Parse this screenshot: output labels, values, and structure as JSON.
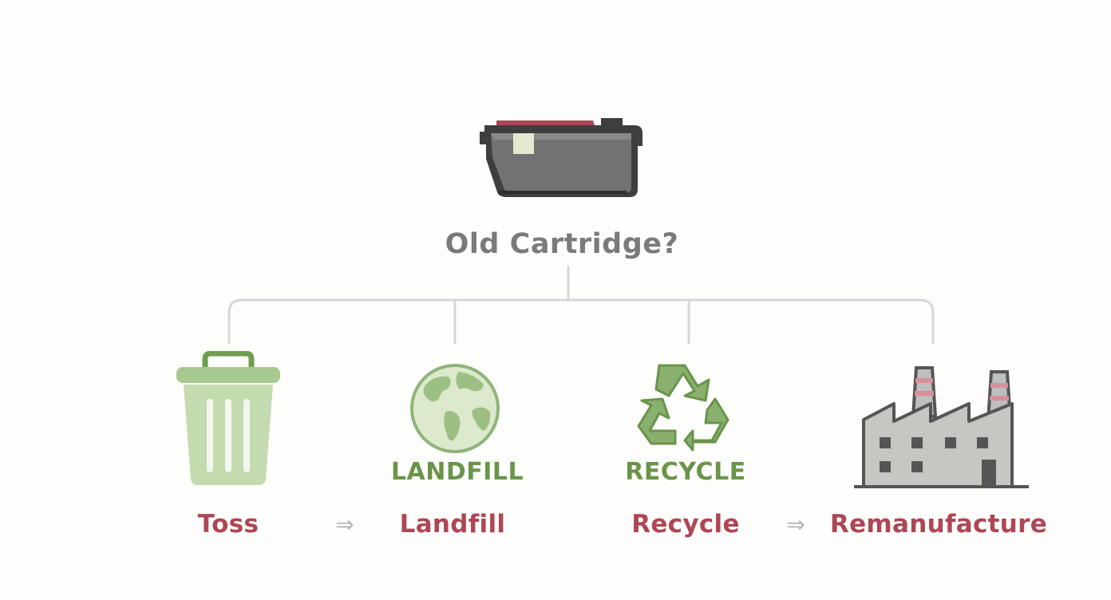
{
  "diagram": {
    "title": "Old Cartridge?",
    "icon_captions": {
      "landfill": "LANDFILL",
      "recycle": "RECYCLE"
    },
    "options": [
      {
        "id": "toss",
        "label": "Toss",
        "icon": "trash-can-icon"
      },
      {
        "id": "landfill",
        "label": "Landfill",
        "icon": "globe-icon"
      },
      {
        "id": "recycle",
        "label": "Recycle",
        "icon": "recycle-icon"
      },
      {
        "id": "remanufacture",
        "label": "Remanufacture",
        "icon": "factory-icon"
      }
    ],
    "arrow_glyph": "⇒",
    "colors": {
      "background": "#fdfdfb",
      "title": "#7a7a7a",
      "label": "#ad4655",
      "icon_green": "#8fb47a",
      "caption_green": "#6a944a",
      "connector": "#d6d6da",
      "cartridge_gray": "#707070",
      "accent_red": "#b24559"
    }
  }
}
